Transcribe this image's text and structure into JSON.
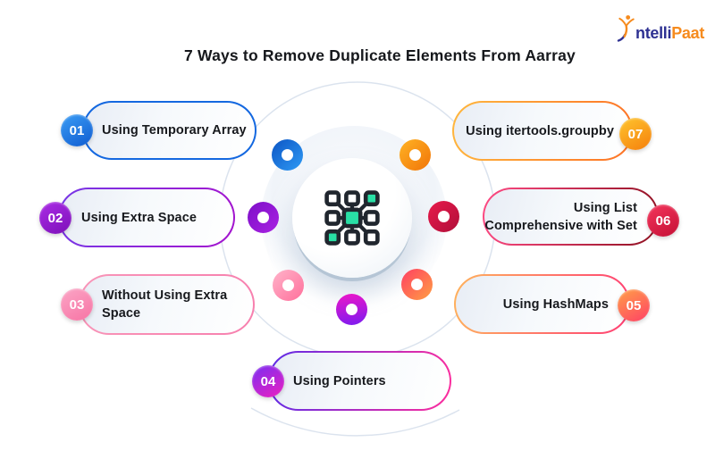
{
  "header": {
    "title": "7 Ways to Remove Duplicate Elements From Aarray",
    "logo": {
      "figure_icon": "i-person-figure-icon",
      "blue_text": "ntelli",
      "orange_text": "Paat"
    }
  },
  "brand": {
    "logo_blue": "#2e3192",
    "logo_orange": "#f68b1e",
    "title_text": "#16181c",
    "label_text": "#17191d",
    "badge_text": "#ffffff",
    "teal": "#29dfa5",
    "icon_dark": "#20262e",
    "ring": "#dbe3ee",
    "background": "#ffffff"
  },
  "center_icon": "array-nodes-icon",
  "methods": [
    {
      "number": "01",
      "label": "Using Temporary Array",
      "colors": {
        "bd1": "#1468e0",
        "bd2": "#1468e0",
        "bg1": "#3b9df5",
        "bg2": "#0f5bd0",
        "dt1": "#0c55c4",
        "dt2": "#2f9bf5"
      }
    },
    {
      "number": "02",
      "label": "Using Extra Space",
      "colors": {
        "bd1": "#7636e6",
        "bd2": "#a414ce",
        "bg1": "#ab2ce6",
        "bg2": "#7c10b8",
        "dt1": "#7d0fc8",
        "dt2": "#a922e2"
      }
    },
    {
      "number": "03",
      "label": "Without Using Extra\nSpace",
      "colors": {
        "bd1": "#f895b8",
        "bd2": "#f77fae",
        "bg1": "#fba6c6",
        "bg2": "#f773a4",
        "dt1": "#ffb3ca",
        "dt2": "#ff6f9b"
      }
    },
    {
      "number": "04",
      "label": "Using Pointers",
      "colors": {
        "bd1": "#5b2be8",
        "bd2": "#ff2d9c",
        "bg1": "#7a2ef2",
        "bg2": "#ec1fc0",
        "dt1": "#ee16c8",
        "dt2": "#7b1cf0"
      }
    },
    {
      "number": "05",
      "label": "Using HashMaps",
      "colors": {
        "bd1": "#ffb35c",
        "bd2": "#ff3d74",
        "bg1": "#ffa047",
        "bg2": "#ff4066",
        "dt1": "#ff3f63",
        "dt2": "#ff9f43"
      }
    },
    {
      "number": "06",
      "label": "Using List\nComprehensive with Set",
      "colors": {
        "bd1": "#ff4a84",
        "bd2": "#8e1020",
        "bg1": "#f4365c",
        "bg2": "#c40f35",
        "dt1": "#e81a4b",
        "dt2": "#b00f3a"
      }
    },
    {
      "number": "07",
      "label": "Using itertools.groupby",
      "colors": {
        "bd1": "#ffb73e",
        "bd2": "#fd7226",
        "bg1": "#ffc52e",
        "bg2": "#f57f0c",
        "dt1": "#ffb324",
        "dt2": "#f17408"
      }
    }
  ]
}
